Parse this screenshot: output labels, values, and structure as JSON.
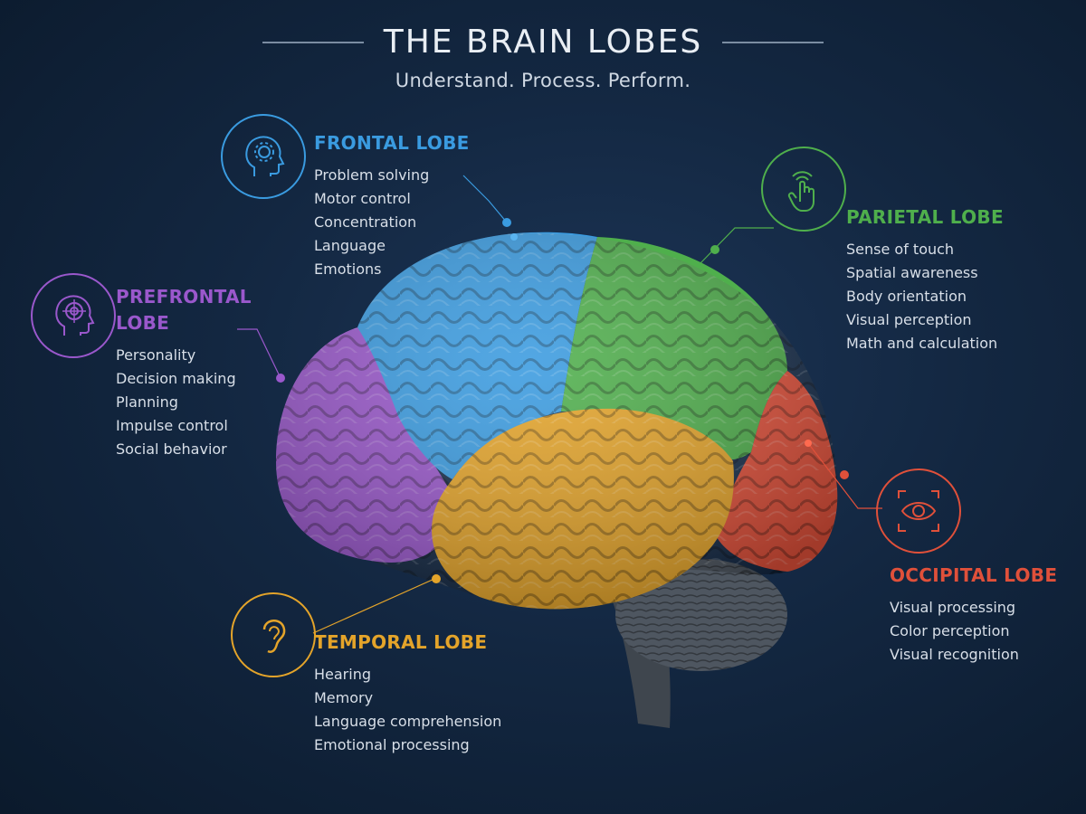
{
  "header": {
    "title": "THE BRAIN LOBES",
    "subtitle": "Understand. Process. Perform."
  },
  "colors": {
    "frontal": "#3a9be0",
    "parietal": "#4faf4c",
    "prefrontal": "#9a58cc",
    "temporal": "#e4a42a",
    "occipital": "#e0503a",
    "cerebellum": "#4e5660"
  },
  "lobes": {
    "frontal": {
      "title": "FRONTAL LOBE",
      "icon": "head-gear-icon",
      "items": [
        "Problem solving",
        "Motor control",
        "Concentration",
        "Language",
        "Emotions"
      ]
    },
    "prefrontal": {
      "title_line1": "PREFRONTAL",
      "title_line2": "LOBE",
      "icon": "head-target-icon",
      "items": [
        "Personality",
        "Decision making",
        "Planning",
        "Impulse control",
        "Social behavior"
      ]
    },
    "parietal": {
      "title": "PARIETAL LOBE",
      "icon": "touch-hand-icon",
      "items": [
        "Sense of touch",
        "Spatial awareness",
        "Body orientation",
        "Visual perception",
        "Math and calculation"
      ]
    },
    "occipital": {
      "title": "OCCIPITAL LOBE",
      "icon": "eye-icon",
      "items": [
        "Visual processing",
        "Color perception",
        "Visual recognition"
      ]
    },
    "temporal": {
      "title": "TEMPORAL LOBE",
      "icon": "ear-icon",
      "items": [
        "Hearing",
        "Memory",
        "Language comprehension",
        "Emotional processing"
      ]
    }
  }
}
